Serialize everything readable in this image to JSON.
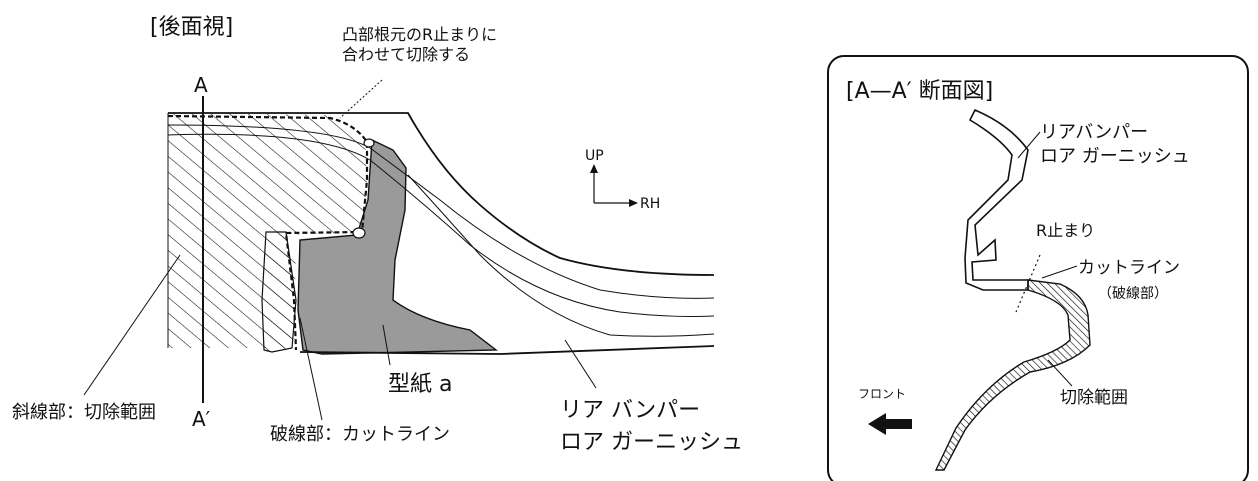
{
  "left": {
    "view_title": "[後面視]",
    "note_line1": "凸部根元のR止まりに",
    "note_line2": "合わせて切除する",
    "section_a": "A",
    "section_a_prime": "A′",
    "dir_up": "UP",
    "dir_rh": "RH",
    "template_label": "型紙 a",
    "hatched_label": "斜線部：切除範囲",
    "dashed_label": "破線部：カットライン",
    "part_name_line1": "リア バンパー",
    "part_name_line2": "ロア ガーニッシュ"
  },
  "right": {
    "section_title": "[A—A′ 断面図]",
    "part_name_line1": "リアバンパー",
    "part_name_line2": "ロア ガーニッシュ",
    "r_stop": "R止まり",
    "cut_line": "カットライン",
    "dashed_note": "（破線部）",
    "front": "フロント",
    "cut_range": "切除範囲"
  },
  "colors": {
    "template_fill": "#9a9a9a",
    "line": "#111111"
  }
}
